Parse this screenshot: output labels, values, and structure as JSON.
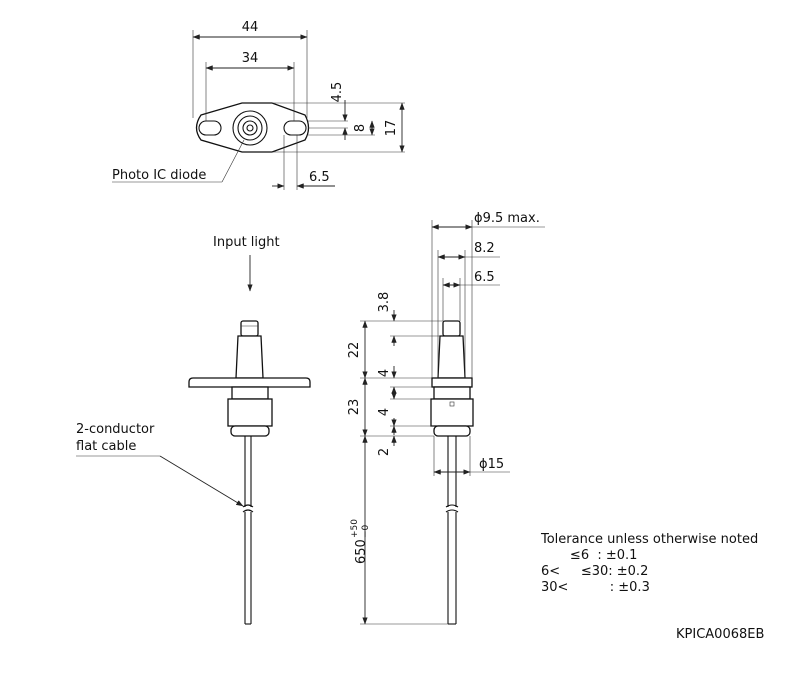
{
  "dimensions": {
    "top_width_44": "44",
    "top_width_34": "34",
    "top_h_45": "4.5",
    "top_h_8": "8",
    "top_h_17": "17",
    "top_w_65": "6.5",
    "side_phi95": "ϕ9.5 max.",
    "side_82": "8.2",
    "side_65": "6.5",
    "side_38": "3.8",
    "side_22": "22",
    "side_4a": "4",
    "side_23": "23",
    "side_4b": "4",
    "side_2": "2",
    "side_phi15": "ϕ15",
    "cable_len": "650",
    "cable_tol_plus": "+50",
    "cable_tol_minus": "−0"
  },
  "labels": {
    "photo_ic": "Photo IC diode",
    "input_light": "Input light",
    "cable_l1": "2-conductor",
    "cable_l2": "flat cable"
  },
  "tolerance": {
    "title": "Tolerance unless otherwise noted",
    "row1": "       ≤6  : ±0.1",
    "row2": "6<     ≤30: ±0.2",
    "row3": "30<          : ±0.3"
  },
  "drawing_code": "KPICA0068EB"
}
